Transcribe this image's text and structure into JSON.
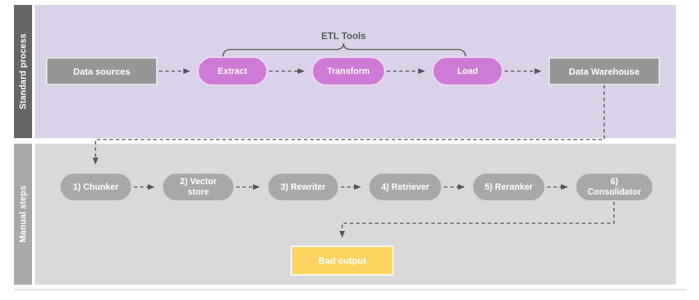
{
  "diagram": {
    "lanes": {
      "standard": {
        "label": "Standard process"
      },
      "manual": {
        "label": "Manual steps"
      }
    },
    "standard_process": {
      "data_sources": "Data sources",
      "extract": "Extract",
      "transform": "Transform",
      "load": "Load",
      "data_warehouse": "Data Warehouse",
      "etl_tools": "ETL Tools"
    },
    "manual_steps": {
      "steps": [
        "1) Chunker",
        "2) Vector store",
        "3) Rewriter",
        "4) Retriever",
        "5) Reranker",
        "6) Consolidator"
      ],
      "bad_output": "Bad output"
    },
    "colors": {
      "lane_standard_bg": "#d9d2e9",
      "lane_standard_tab": "#666666",
      "lane_manual_bg": "#d9d9d9",
      "lane_manual_tab": "#a9a9a9",
      "etl_pill": "#ce7ad6",
      "gray_node": "#969696",
      "gray_pill": "#a8a8a8",
      "bad_output": "#fcd45f",
      "connector": "#595959"
    }
  }
}
